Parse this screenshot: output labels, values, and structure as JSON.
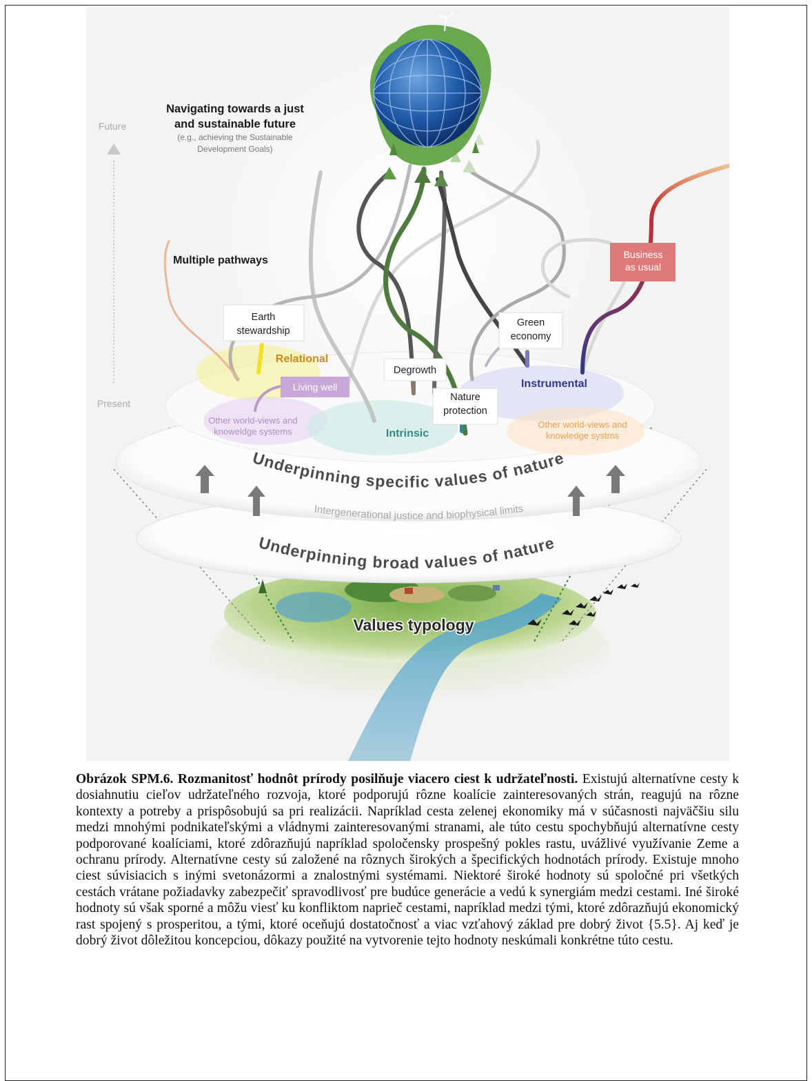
{
  "figure": {
    "title_lines": [
      "Navigating towards a just",
      "and sustainable future"
    ],
    "subtitle_lines": [
      "(e.g., achieving the Sustainable",
      "Development Goals)"
    ],
    "time_axis": {
      "future": "Future",
      "present": "Present"
    },
    "multiple_pathways": "Multiple pathways",
    "pathways": {
      "earth_stewardship": [
        "Earth",
        "stewardship"
      ],
      "living_well": "Living well",
      "degrowth": "Degrowth",
      "nature_protection": [
        "Nature",
        "protection"
      ],
      "green_economy": [
        "Green",
        "economy"
      ],
      "business_as_usual": [
        "Business",
        "as usual"
      ]
    },
    "value_types": {
      "relational": "Relational",
      "intrinsic": "Intrinsic",
      "instrumental": "Instrumental"
    },
    "worldviews_left": [
      "Other world-views and",
      "knoweldge systems"
    ],
    "worldviews_right": [
      "Other world-views and",
      "knowledge systms"
    ],
    "specific_values": "Underpinning specific values of nature",
    "intergenerational": "Intergenerational justice and biophysical limits",
    "broad_values": "Underpinning broad values of nature",
    "values_typology": "Values typology",
    "colors": {
      "relational": "#c98a1e",
      "intrinsic": "#2e8a8a",
      "instrumental": "#2e3a8c",
      "business": "#e07a7a",
      "living_well": "#c8a8d8",
      "pathway_green": "#5e9a4a"
    }
  },
  "caption": {
    "bold": "Obrázok SPM.6. Rozmanitosť hodnôt prírody posilňuje viacero ciest k udržateľnosti.",
    "text": "Existujú alternatívne cesty k dosiahnutiu cieľov udržateľného rozvoja, ktoré podporujú rôzne koalície zainteresovaných strán, reagujú na rôzne kontexty a potreby a prispôsobujú sa pri realizácii. Napríklad cesta zelenej ekonomiky má v súčasnosti najväčšiu silu medzi mnohými podnikateľskými a vládnymi zainteresovanými stranami, ale túto cestu spochybňujú alternatívne cesty podporované koalíciami, ktoré zdôrazňujú napríklad spoločensky prospešný pokles rastu, uvážlivé využívanie Zeme a ochranu prírody. Alternatívne cesty sú založené na rôznych širokých a špecifických hodnotách prírody. Existuje mnoho ciest súvisiacich s inými svetonázormi a znalostnými systémami. Niektoré široké hodnoty sú spoločné pri všetkých cestách vrátane požiadavky zabezpečiť spravodlivosť pre budúce generácie a vedú k synergiám medzi cestami. Iné široké hodnoty sú však sporné a môžu viesť ku konfliktom naprieč cestami, napríklad medzi tými, ktoré zdôrazňujú ekonomický rast spojený s prosperitou, a tými, ktoré oceňujú dostatočnosť a viac vzťahový základ pre dobrý život {5.5}. Aj keď je dobrý život dôležitou koncepciou, dôkazy použité na vytvorenie tejto hodnoty neskúmali konkrétne túto cestu."
  }
}
